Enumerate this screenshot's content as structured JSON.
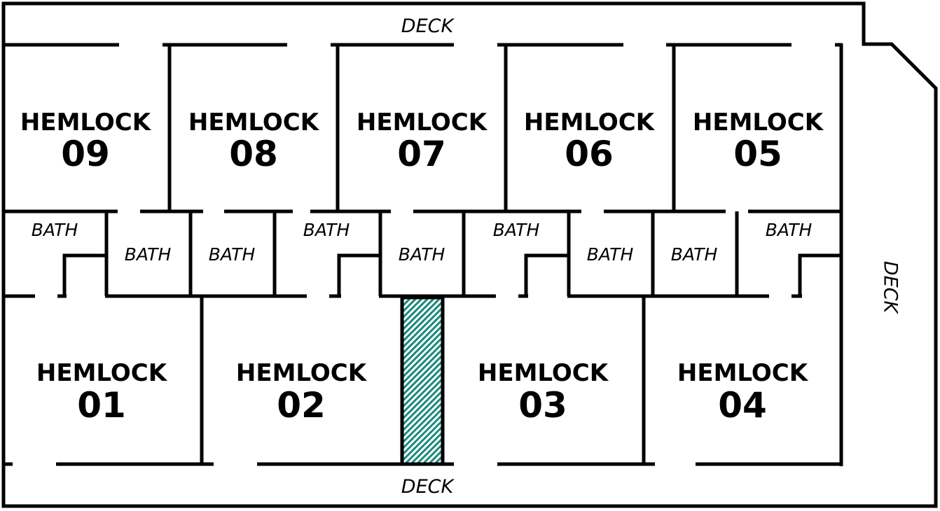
{
  "plan": {
    "room_label": "HEMLOCK",
    "upper_rooms": [
      {
        "number": "09"
      },
      {
        "number": "08"
      },
      {
        "number": "07"
      },
      {
        "number": "06"
      },
      {
        "number": "05"
      }
    ],
    "lower_rooms": [
      {
        "number": "01"
      },
      {
        "number": "02"
      },
      {
        "number": "03"
      },
      {
        "number": "04"
      }
    ],
    "bath_label": "BATH",
    "deck_label": "DECK",
    "shaft_color": "#1a8a7c"
  }
}
